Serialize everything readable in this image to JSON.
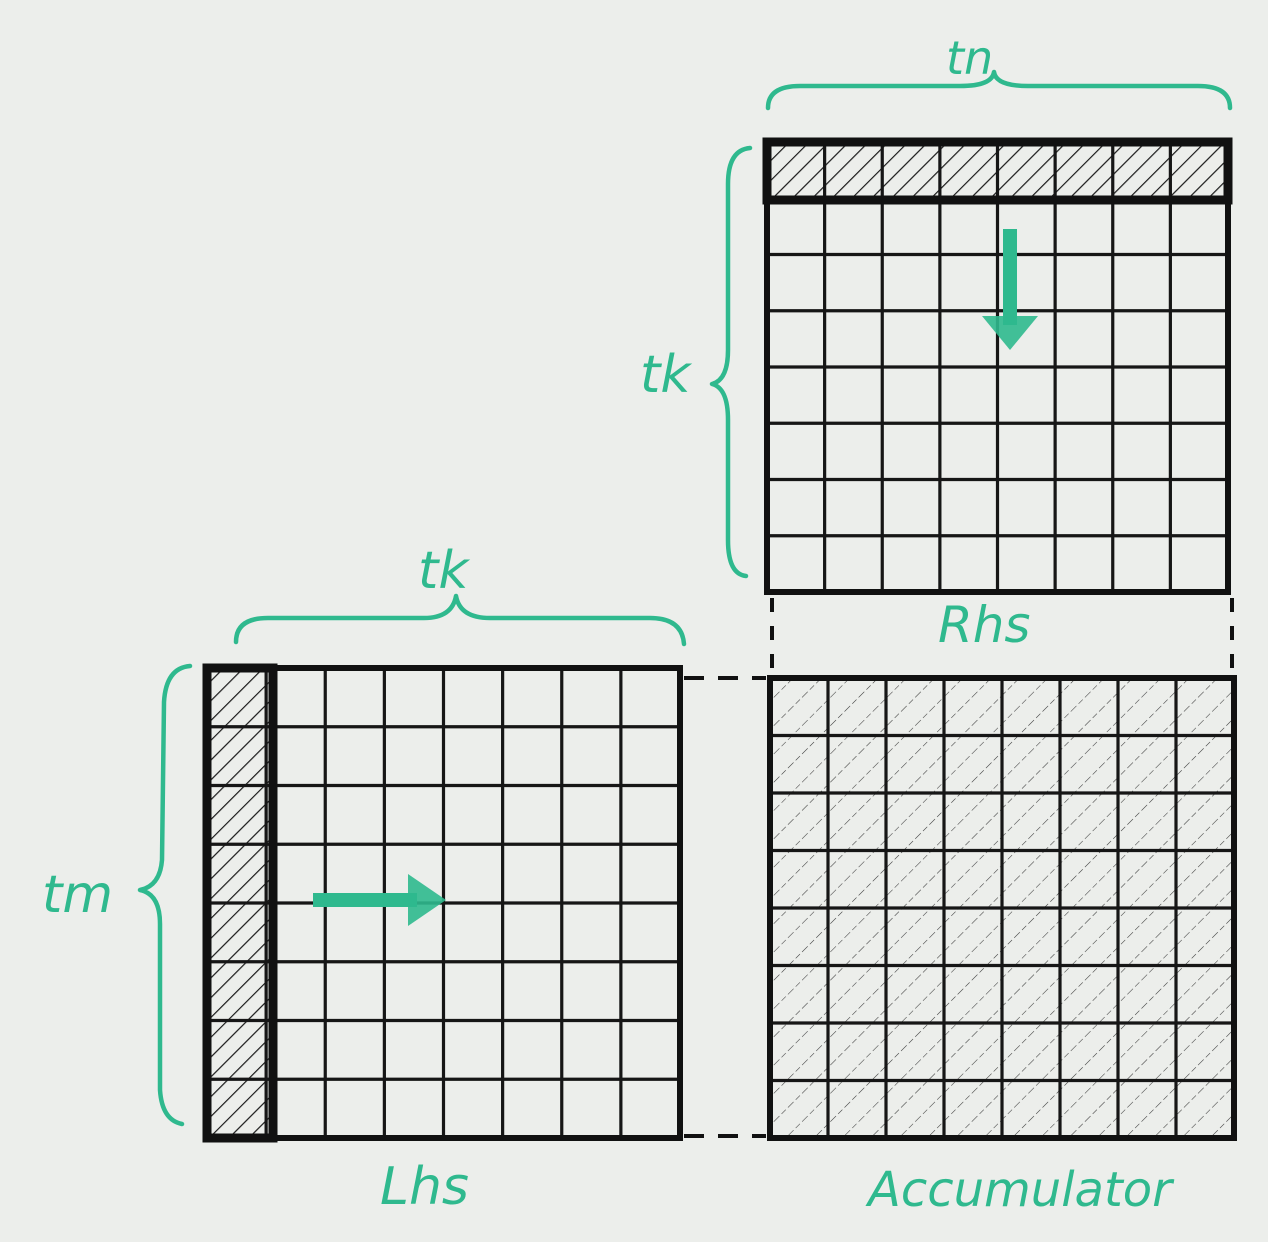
{
  "colors": {
    "paper": "#eceeeb",
    "ink": "#141414",
    "accent": "#2fb98e"
  },
  "diagram": {
    "lhs": {
      "label": "Lhs",
      "width_label": "tk",
      "height_label": "tm",
      "rows": 8,
      "cols": 8,
      "highlighted_column": 0,
      "arrow_direction": "right"
    },
    "rhs": {
      "label": "Rhs",
      "width_label": "tn",
      "height_label": "tk",
      "rows": 8,
      "cols": 8,
      "highlighted_row": 0,
      "arrow_direction": "down"
    },
    "accumulator": {
      "label": "Accumulator",
      "rows": 8,
      "cols": 8,
      "fully_hatched": true
    }
  }
}
